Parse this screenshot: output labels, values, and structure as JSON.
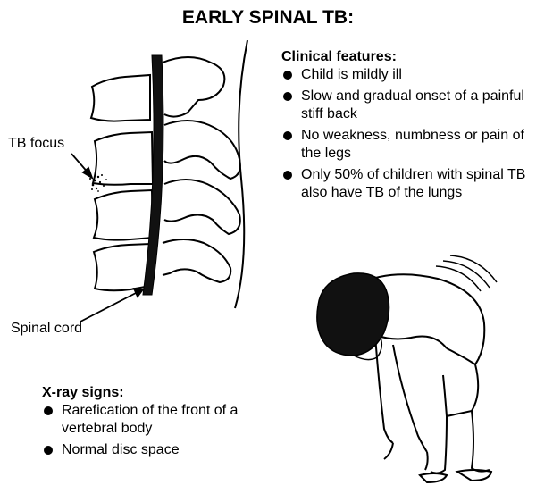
{
  "title": "EARLY SPINAL TB:",
  "clinical": {
    "heading": "Clinical features:",
    "items": [
      "Child is mildly ill",
      "Slow and gradual onset of a painful stiff back",
      "No weakness, numbness or pain of the legs",
      "Only 50% of children with spinal TB also have TB of the lungs"
    ]
  },
  "labels": {
    "tb_focus": "TB focus",
    "spinal_cord": "Spinal cord"
  },
  "xray": {
    "heading": "X-ray signs:",
    "items": [
      "Rarefication of the front of a vertebral body",
      "Normal disc space"
    ]
  }
}
